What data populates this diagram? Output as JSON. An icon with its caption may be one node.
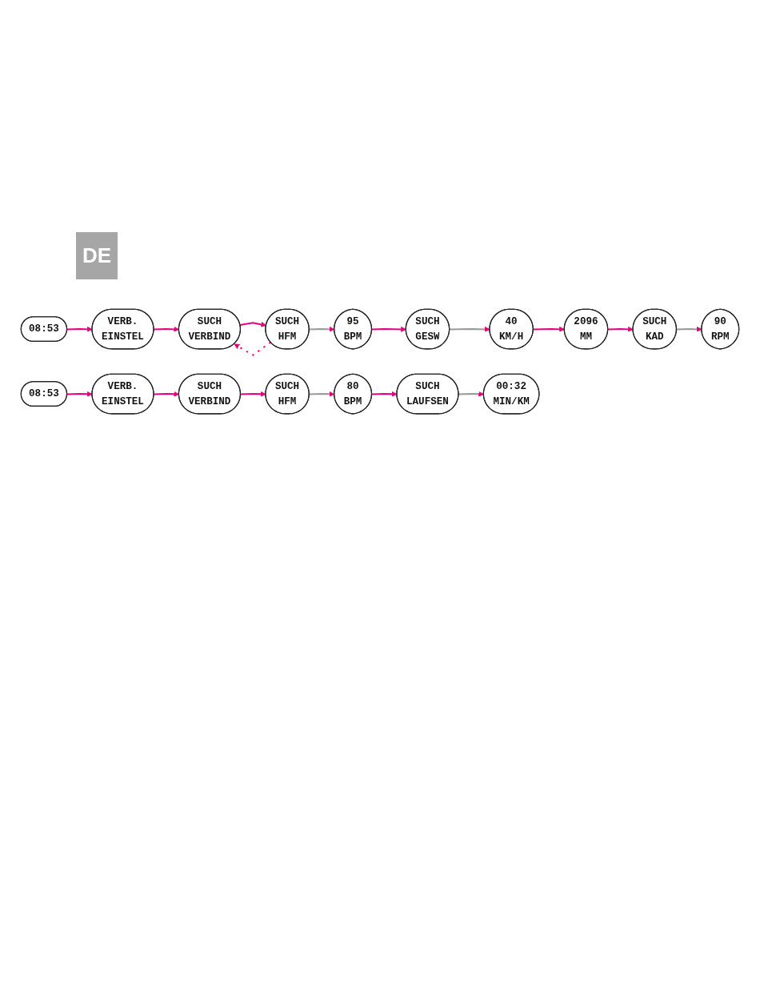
{
  "diagram": {
    "nodes": [
      {
        "text": [
          "08:53"
        ]
      },
      {
        "text": [
          "VERB.",
          "EINSTEL"
        ]
      },
      {
        "text": [
          "SUCH",
          "VERBIND"
        ]
      },
      {
        "text": [
          "SUCH",
          "HFM"
        ]
      },
      {
        "text": [
          "95",
          "BPM"
        ]
      },
      {
        "text": [
          "SUCH",
          "GESW"
        ]
      },
      {
        "text": [
          "40",
          "KM/H"
        ]
      },
      {
        "text": [
          "2096",
          "MM"
        ]
      },
      {
        "text": [
          "SUCH",
          "KAD"
        ]
      },
      {
        "text": [
          "90",
          "RPM"
        ]
      },
      {
        "text": [
          "08:53"
        ]
      },
      {
        "text": [
          "VERB.",
          "EINSTEL"
        ]
      },
      {
        "text": [
          "SUCH",
          "VERBIND"
        ]
      },
      {
        "text": [
          "SUCH",
          "HFM"
        ]
      },
      {
        "text": [
          "80",
          "BPM"
        ]
      },
      {
        "text": [
          "SUCH",
          "LAUFSEN"
        ]
      },
      {
        "text": [
          "00:32",
          "MIN/KM"
        ]
      }
    ],
    "edges": [
      {
        "from": 0,
        "to": 1,
        "arrow": "to"
      },
      {
        "from": 1,
        "to": 2,
        "arrow": "to"
      },
      {
        "from": 2,
        "to": 3,
        "arrow": "to"
      },
      {
        "from": 3,
        "to": 2,
        "arrow": "to",
        "style": "dashed"
      },
      {
        "from": 3,
        "to": 4,
        "arrow": "to",
        "color": "#999999"
      },
      {
        "from": 4,
        "to": 5,
        "arrow": "to"
      },
      {
        "from": 5,
        "to": 6,
        "arrow": "to",
        "color": "#999999"
      },
      {
        "from": 6,
        "to": 7,
        "arrow": "to"
      },
      {
        "from": 7,
        "to": 8,
        "arrow": "to"
      },
      {
        "from": 8,
        "to": 9,
        "arrow": "to",
        "color": "#999999"
      },
      {
        "from": 10,
        "to": 11,
        "arrow": "to"
      },
      {
        "from": 11,
        "to": 12,
        "arrow": "to"
      },
      {
        "from": 12,
        "to": 13,
        "arrow": "to"
      },
      {
        "from": 13,
        "to": 14,
        "arrow": "to",
        "color": "#999999"
      },
      {
        "from": 14,
        "to": 15,
        "arrow": "to"
      },
      {
        "from": 15,
        "to": 16,
        "arrow": "to",
        "color": "#999999"
      }
    ],
    "labels": [
      "DE"
    ]
  }
}
